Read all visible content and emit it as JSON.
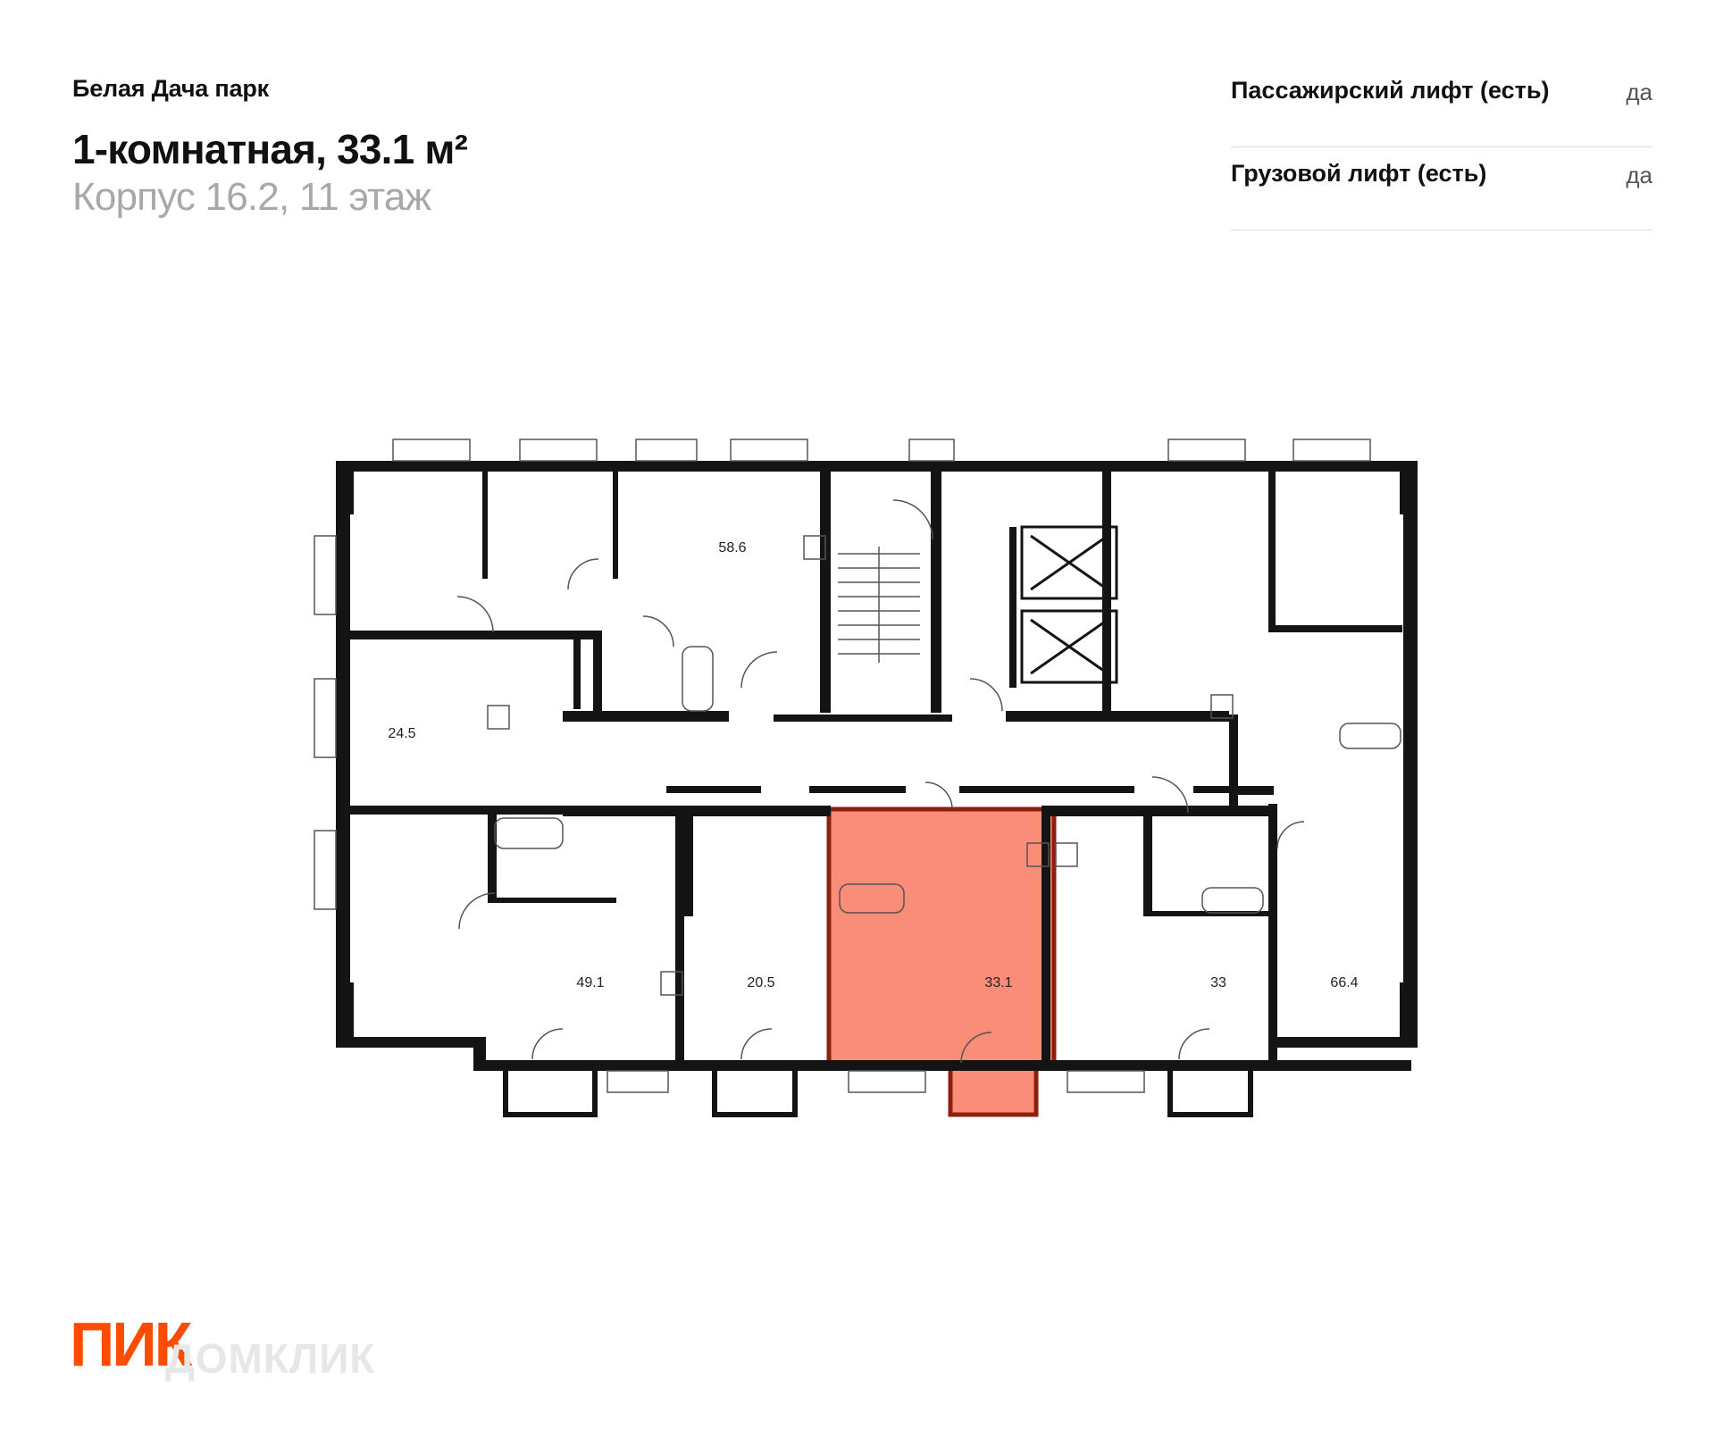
{
  "header": {
    "project": "Белая Дача парк",
    "title": "1-комнатная, 33.1 м²",
    "subtitle": "Корпус 16.2, 11 этаж"
  },
  "features": [
    {
      "label": "Пассажирский лифт (есть)",
      "value": "да"
    },
    {
      "label": "Грузовой лифт (есть)",
      "value": "да"
    }
  ],
  "plan": {
    "highlight_color": "#fa8c7a",
    "highlight_border": "#8c1f0e",
    "rooms": [
      {
        "id": "r586",
        "area": "58.6"
      },
      {
        "id": "r245",
        "area": "24.5"
      },
      {
        "id": "r491",
        "area": "49.1"
      },
      {
        "id": "r205",
        "area": "20.5"
      },
      {
        "id": "r331",
        "area": "33.1",
        "selected": true
      },
      {
        "id": "r33",
        "area": "33"
      },
      {
        "id": "r664",
        "area": "66.4"
      }
    ]
  },
  "brand": {
    "logo": "ПИК",
    "watermark": "ДОМКЛИК",
    "color": "#fc4c02"
  }
}
